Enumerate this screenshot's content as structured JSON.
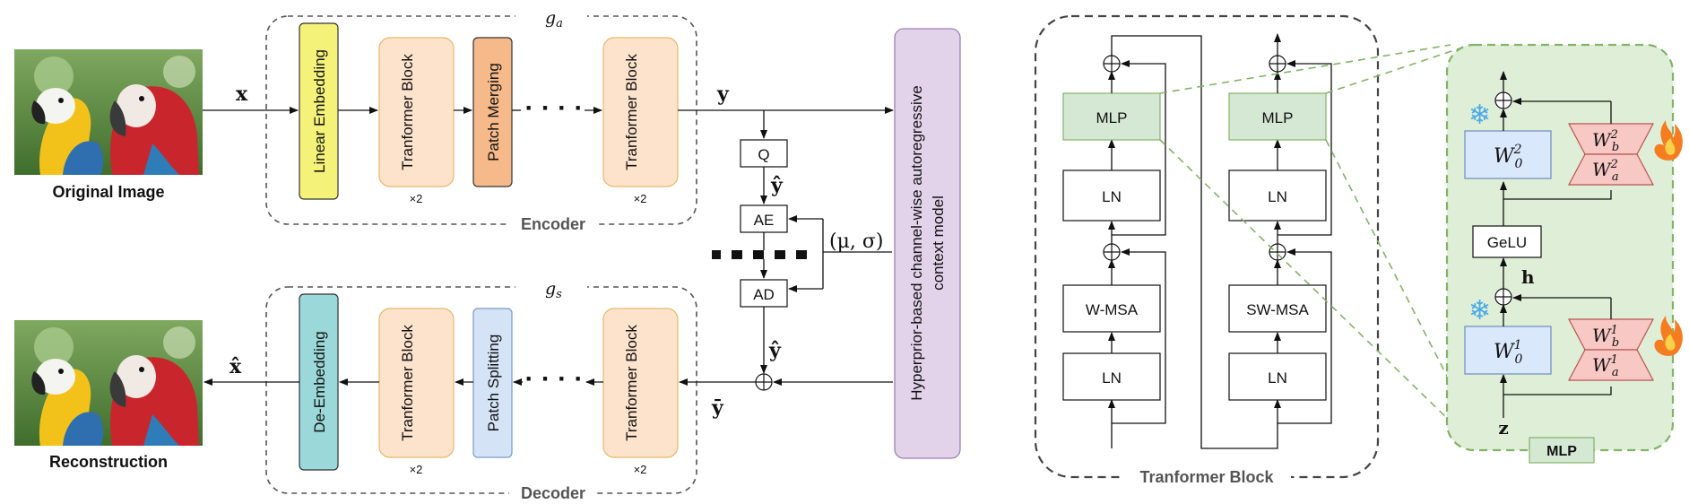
{
  "encoder": {
    "section_label": "Encoder",
    "g_label": "g",
    "g_sub": "a",
    "linear_embedding": "Linear Embedding",
    "block1": "Tranformer Block",
    "patch_merging": "Patch Merging",
    "block2": "Tranformer Block",
    "rep1": "×2",
    "rep2": "×2",
    "dots": "· · · ·"
  },
  "decoder": {
    "section_label": "Decoder",
    "g_label": "g",
    "g_sub": "s",
    "de_embedding": "De-Embedding",
    "block1": "Tranformer Block",
    "patch_splitting": "Patch Splitting",
    "block2": "Tranformer Block",
    "rep1": "×2",
    "rep2": "×2",
    "dots": "· · · ·"
  },
  "images": {
    "original_caption": "Original Image",
    "reconstruction_caption": "Reconstruction"
  },
  "symbols": {
    "x": "x",
    "x_hat": "x̂",
    "y": "y",
    "y_hat": "ŷ",
    "y_hat2": "ŷ",
    "y_bar": "ȳ",
    "mu_sigma": "(μ, σ)",
    "h": "h",
    "z": "z"
  },
  "entropy": {
    "q": "Q",
    "ae": "AE",
    "ad": "AD"
  },
  "context_model": {
    "line1": "Hyperprior-based channel-wise autoregressive",
    "line2": "context model"
  },
  "transformer_block": {
    "title": "Tranformer Block",
    "left": {
      "mlp": "MLP",
      "ln_top": "LN",
      "msa": "W-MSA",
      "ln_bottom": "LN"
    },
    "right": {
      "mlp": "MLP",
      "ln_top": "LN",
      "msa": "SW-MSA",
      "ln_bottom": "LN"
    }
  },
  "mlp_detail": {
    "title": "MLP",
    "gelu": "GeLU",
    "w0_top": "W",
    "w0_top_sup": "2",
    "w0_top_sub": "0",
    "wb_top": "W",
    "wb_top_sup": "2",
    "wb_top_sub": "b",
    "wa_top": "W",
    "wa_top_sup": "2",
    "wa_top_sub": "a",
    "w0_bot": "W",
    "w0_bot_sup": "1",
    "w0_bot_sub": "0",
    "wb_bot": "W",
    "wb_bot_sup": "1",
    "wb_bot_sub": "b",
    "wa_bot": "W",
    "wa_bot_sup": "1",
    "wa_bot_sub": "a",
    "snow_icon": "❄",
    "fire_icon": "🔥"
  },
  "colors": {
    "yellow": "#f5f27a",
    "peach": "#fde3cc",
    "orange": "#f6b98a",
    "teal": "#9bd8da",
    "lightblue": "#d5e3f7",
    "purple": "#e3d3ea",
    "green_box": "#d5e8d4",
    "green_panel": "#deeed7",
    "green_border": "#82b366",
    "pink": "#f8c8c4",
    "w0": "#dae8fc"
  }
}
